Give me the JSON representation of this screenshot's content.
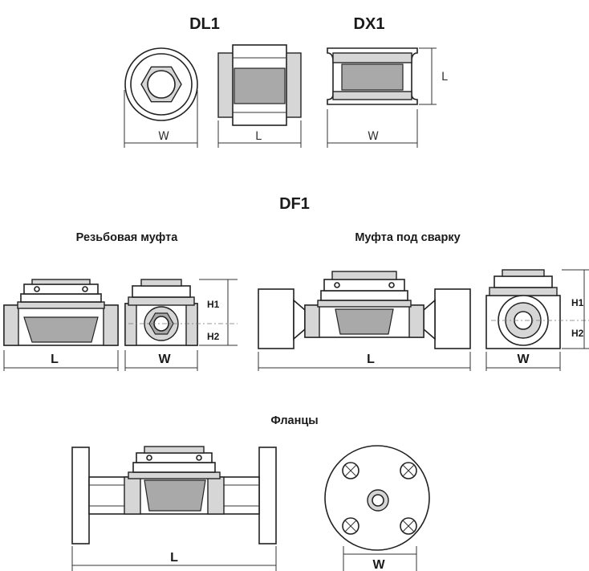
{
  "titles": {
    "top_left": "DL1",
    "top_right": "DX1",
    "middle": "DF1"
  },
  "subtitles": {
    "threaded": "Резьбовая муфта",
    "weld": "Муфта под сварку",
    "flanges": "Фланцы"
  },
  "dimensions": {
    "width": "W",
    "length": "L",
    "height_1": "H1",
    "height_2": "H2"
  }
}
